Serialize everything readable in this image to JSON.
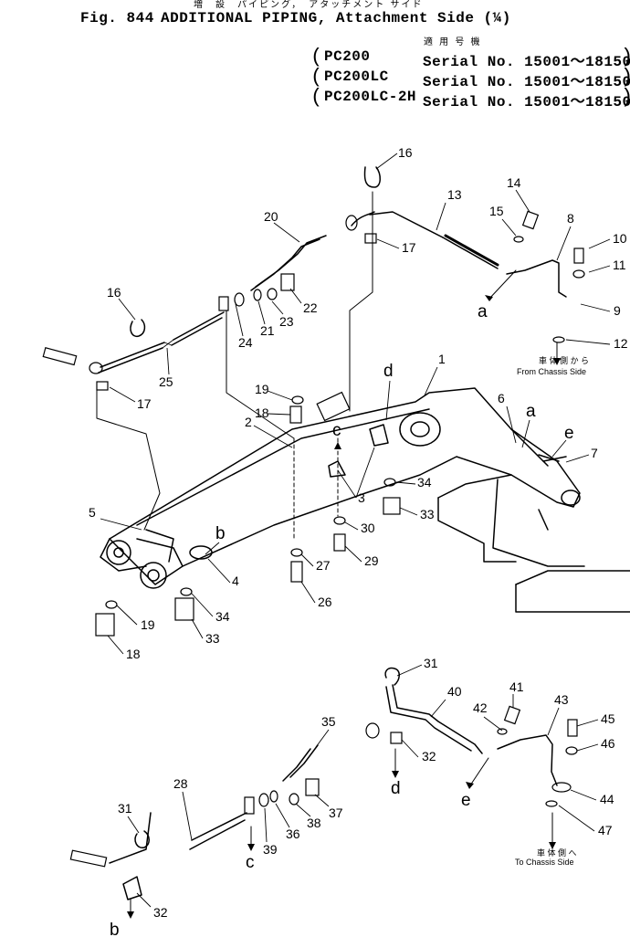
{
  "header": {
    "jp_title": "増　設　パイピング，　アタッチメント サイド",
    "fig_no": "Fig. 844",
    "title": "ADDITIONAL PIPING, Attachment Side (¼)",
    "applicable_jp": "適 用 号 機",
    "models": [
      {
        "model": "PC200",
        "serial": "Serial No. 15001～18150"
      },
      {
        "model": "PC200LC",
        "serial": "Serial No. 15001～18150"
      },
      {
        "model": "PC200LC-2H",
        "serial": "Serial No. 15001～18150"
      }
    ]
  },
  "upper_notes": {
    "from_chassis_jp": "車 体 側 か ら",
    "from_chassis": "From Chassis Side"
  },
  "lower_notes": {
    "to_chassis_jp": "車 体 側 へ",
    "to_chassis": "To Chassis Side"
  },
  "callouts_upper": [
    "16",
    "13",
    "14",
    "15",
    "8",
    "10",
    "11",
    "20",
    "9",
    "12",
    "16",
    "17",
    "21",
    "23",
    "22",
    "24",
    "25",
    "17",
    "1",
    "d",
    "19",
    "18",
    "6",
    "a",
    "2",
    "c",
    "e",
    "7",
    "34",
    "3",
    "33",
    "5",
    "b",
    "30",
    "29",
    "4",
    "27",
    "26",
    "34",
    "19",
    "33",
    "18",
    "a"
  ],
  "callouts_lower": [
    "31",
    "40",
    "41",
    "42",
    "43",
    "45",
    "46",
    "35",
    "32",
    "d",
    "44",
    "28",
    "e",
    "47",
    "31",
    "39",
    "36",
    "38",
    "37",
    "c",
    "32",
    "b"
  ]
}
